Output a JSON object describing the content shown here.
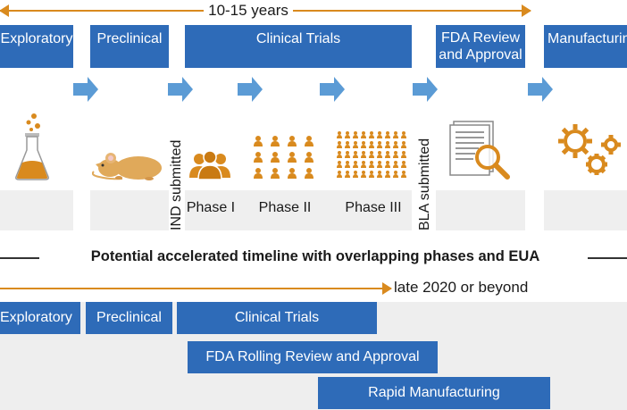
{
  "top_timeline": {
    "label": "10-15 years"
  },
  "stages": [
    {
      "key": "exploratory",
      "label": "Exploratory",
      "icon": "flask-icon"
    },
    {
      "key": "preclinical",
      "label": "Preclinical",
      "icon": "mouse-icon"
    },
    {
      "key": "clinical",
      "label": "Clinical Trials",
      "icon": "people-icons"
    },
    {
      "key": "fda",
      "label": "FDA Review and Approval",
      "icon": "document-magnifier-icon"
    },
    {
      "key": "manufacturing",
      "label": "Manufacturing",
      "icon": "gears-icon"
    }
  ],
  "milestones": {
    "ind": "IND submitted",
    "bla": "BLA submitted"
  },
  "phases": [
    "Phase I",
    "Phase II",
    "Phase III"
  ],
  "divider": {
    "text": "Potential accelerated timeline with overlapping phases and EUA"
  },
  "bottom_timeline": {
    "label": "late 2020 or beyond"
  },
  "accelerated_bars": [
    {
      "label": "Exploratory"
    },
    {
      "label": "Preclinical"
    },
    {
      "label": "Clinical Trials"
    },
    {
      "label": "FDA Rolling Review and Approval"
    },
    {
      "label": "Rapid Manufacturing"
    }
  ],
  "colors": {
    "blue": "#2e6bb8",
    "orange": "#d98a1e",
    "chevron": "#5b9bd5"
  }
}
